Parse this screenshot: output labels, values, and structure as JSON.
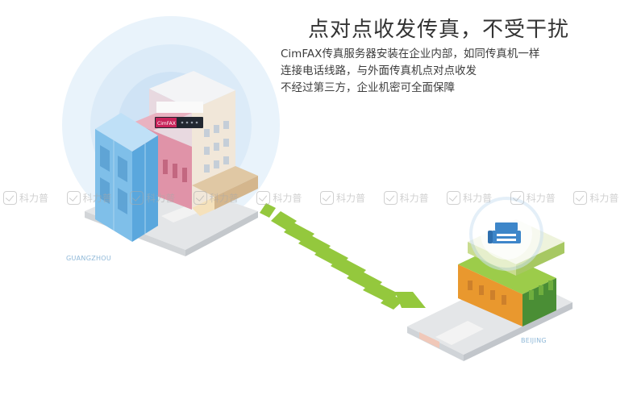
{
  "headline": "点对点收发传真，不受干扰",
  "description": [
    "CimFAX传真服务器安装在企业内部，如同传真机一样",
    "连接电话线路，与外面传真机点对点收发",
    "不经过第三方，企业机密可全面保障"
  ],
  "device_label": "CimFAX",
  "cities": {
    "origin": "GUANGZHOU",
    "destination": "BEIJING"
  },
  "watermark": {
    "text": "科力普",
    "count": 10
  },
  "colors": {
    "arrow": "#94c83d",
    "signal": "#dcebf8",
    "city_label": "#8fb8d8"
  },
  "icons": {
    "fax": "fax-machine-icon",
    "watermark": "check-badge-icon"
  }
}
